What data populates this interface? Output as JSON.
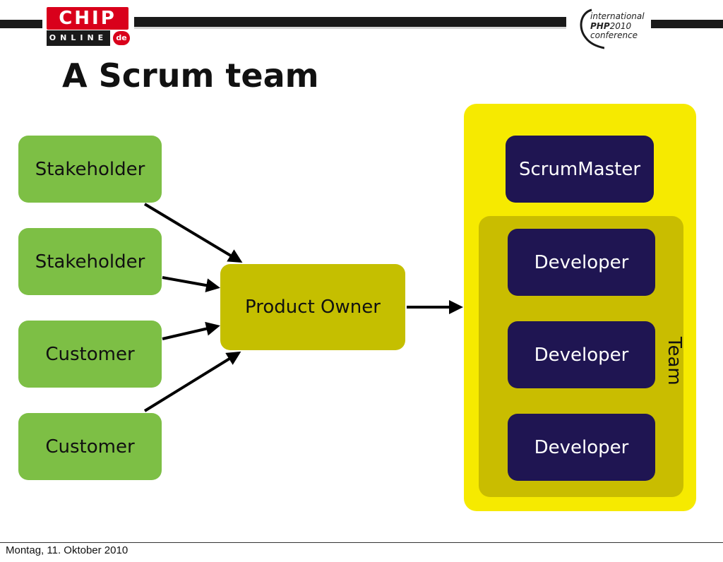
{
  "header": {
    "chip_logo_top": "CHIP",
    "chip_logo_bottom": "ONLINE",
    "chip_logo_badge": "de",
    "conference_line1": "international",
    "conference_line2_bold": "PHP",
    "conference_line2_rest": "2010",
    "conference_line3": "conference"
  },
  "slide": {
    "title": "A Scrum team"
  },
  "diagram": {
    "left_nodes": [
      "Stakeholder",
      "Stakeholder",
      "Customer",
      "Customer"
    ],
    "center_node": "Product Owner",
    "scrum_master": "ScrumMaster",
    "developers": [
      "Developer",
      "Developer",
      "Developer"
    ],
    "team_label": "Team",
    "colors": {
      "stakeholder_box": "#7dbf45",
      "product_owner_box": "#c5bf00",
      "team_outer": "#f6ea00",
      "team_inner": "#c9bd00",
      "team_member_box": "#1f1552"
    }
  },
  "footer": {
    "date": "Montag, 11. Oktober 2010"
  }
}
